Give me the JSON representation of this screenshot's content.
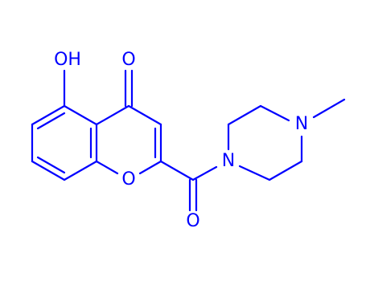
{
  "molecule": {
    "color": "#0000ff",
    "atoms": {
      "hydroxyl": "OH",
      "ketone_oxygen": "O",
      "ring_oxygen": "O",
      "amide_oxygen": "O",
      "amide_nitrogen": "N",
      "methyl_nitrogen": "N"
    }
  }
}
